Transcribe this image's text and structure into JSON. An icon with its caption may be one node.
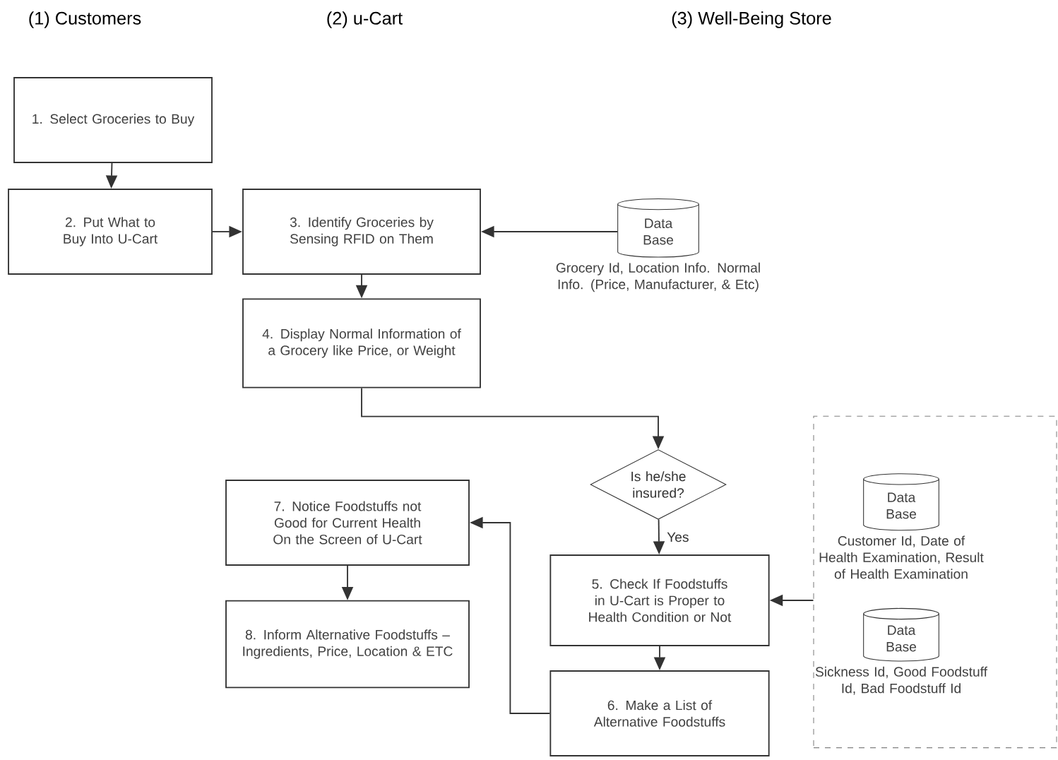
{
  "diagram": {
    "nodes": [
      {
        "text": [
          "1. Select Groceries to Buy"
        ]
      },
      {
        "text": [
          "2. Put What to Buy Into U-Cart"
        ]
      },
      {
        "text": [
          "3. Identify Groceries by Sensing RFID on Them"
        ]
      },
      {
        "text": [
          "Data Base"
        ],
        "beside": [
          "Grocery Id, Location Info. Normal Info. (Price, Manufacturer, & Etc)"
        ]
      },
      {
        "text": [
          "4. Display Normal Information of a Grocery like Price, or Weight"
        ]
      },
      {
        "text": [
          "Is he/she insured?"
        ]
      },
      {
        "text": [],
        "shape": "box"
      },
      {
        "text": [
          "Data Base"
        ],
        "beside": [
          "Customer Id, Date of Health Examination, Result of Health Examination"
        ],
        "in": 6
      },
      {
        "text": [
          "Data Base"
        ],
        "beside": [
          "Sickness Id, Good Foodstuff Id, Bad Foodstuff Id"
        ],
        "in": 6
      },
      {
        "text": [
          "7. Notice Foodstuffs not Good for Current Health On the Screen of U-Cart"
        ]
      },
      {
        "text": [
          "5. Check If Foodstuffs in U-Cart is Proper to Health Condition or Not"
        ]
      },
      {
        "text": [
          "8. Inform Alternative Foodstuffs – Ingredients, Price, Location & ETC"
        ]
      },
      {
        "text": [
          "6. Make a List of Alternative Foodstuffs"
        ]
      }
    ],
    "edges": [
      {
        "from": 0,
        "to": 1,
        "arrow": "to"
      },
      {
        "from": 1,
        "to": 2,
        "arrow": "to"
      },
      {
        "from": 3,
        "to": 2,
        "arrow": "to"
      },
      {
        "from": 2,
        "to": 4,
        "arrow": "to"
      },
      {
        "from": 4,
        "to": 5,
        "arrow": "to"
      },
      {
        "from": 5,
        "to": 10,
        "arrow": "to",
        "label": "Yes"
      },
      {
        "from": 6,
        "to": 10,
        "arrow": "to"
      },
      {
        "from": 10,
        "to": 12,
        "arrow": "to"
      },
      {
        "from": 12,
        "to": 9,
        "arrow": "to"
      },
      {
        "from": 9,
        "to": 11,
        "arrow": "to"
      }
    ],
    "labels": [
      "(1) Customers",
      "(2) u-Cart",
      "(3) Well-Being Store"
    ]
  }
}
